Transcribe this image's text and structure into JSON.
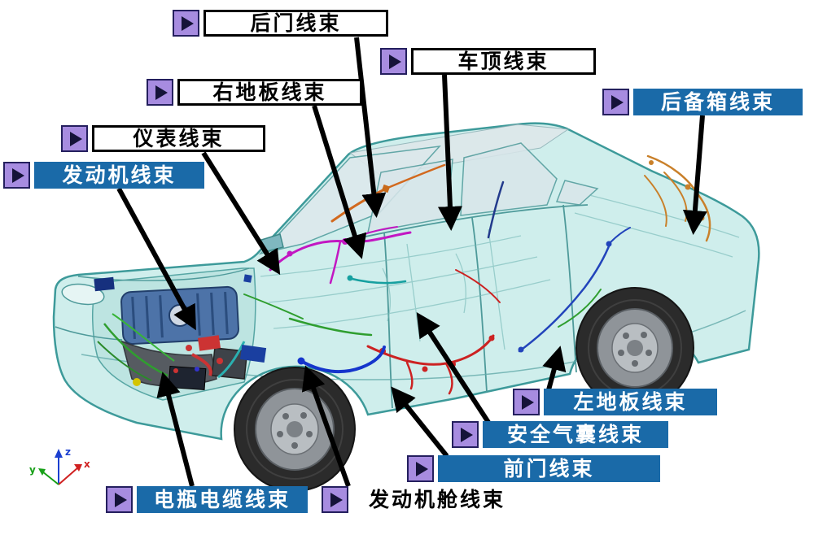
{
  "labels": [
    {
      "id": "rear-door-harness",
      "text": "后门线束",
      "variant": "white"
    },
    {
      "id": "roof-harness",
      "text": "车顶线束",
      "variant": "white"
    },
    {
      "id": "right-floor-harness",
      "text": "右地板线束",
      "variant": "white"
    },
    {
      "id": "instrument-harness",
      "text": "仪表线束",
      "variant": "white"
    },
    {
      "id": "engine-harness",
      "text": "发动机线束",
      "variant": "blue"
    },
    {
      "id": "trunk-harness",
      "text": "后备箱线束",
      "variant": "blue"
    },
    {
      "id": "left-floor-harness",
      "text": "左地板线束",
      "variant": "blue"
    },
    {
      "id": "airbag-harness",
      "text": "安全气囊线束",
      "variant": "blue"
    },
    {
      "id": "front-door-harness",
      "text": "前门线束",
      "variant": "blue"
    },
    {
      "id": "battery-cable-harness",
      "text": "电瓶电缆线束",
      "variant": "blue"
    },
    {
      "id": "engine-bay-harness",
      "text": "发动机舱线束",
      "variant": "plain"
    }
  ],
  "axis_triad": {
    "x": "x",
    "y": "y",
    "z": "z"
  },
  "colors": {
    "label_blue": "#1a6aa8",
    "marker_purple": "#a78ce0",
    "marker_border": "#241f5e",
    "car_body": "#cfeeec",
    "car_outline": "#3d9a9a",
    "arrow": "#000000",
    "harness_red": "#cc2222",
    "harness_green": "#2f9e2f",
    "harness_magenta": "#c217c2",
    "harness_orange": "#c9802a",
    "harness_blue": "#1535cc"
  }
}
